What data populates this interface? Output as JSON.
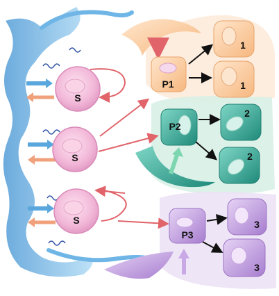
{
  "labels": {
    "stem_cell": "S",
    "progenitor_1": "P1",
    "progenitor_2": "P2",
    "progenitor_3": "P3",
    "daughter_1": "1",
    "daughter_2": "2",
    "daughter_3": "3"
  },
  "colors": {
    "background": "#ffffff",
    "stem_cell_fill": "#f2b8d8",
    "stem_cell_edge": "#d98ab8",
    "niche_blue": "#5aa7de",
    "lineage_orange": "#f9c79a",
    "lineage_green": "#2f9e8c",
    "lineage_purple": "#b58ad6",
    "arrow_red": "#e0646a",
    "arrow_black": "#111111"
  }
}
